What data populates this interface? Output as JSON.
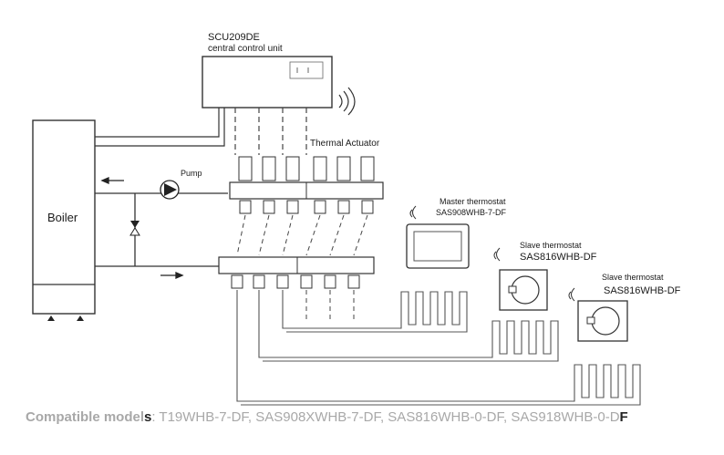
{
  "control_unit": {
    "model": "SCU209DE",
    "description": "central control unit"
  },
  "boiler": {
    "label": "Boiler"
  },
  "pump": {
    "label": "Pump"
  },
  "actuator": {
    "label": "Thermal Actuator"
  },
  "master_thermostat": {
    "title": "Master thermostat",
    "model": "SAS908WHB-7-DF"
  },
  "slave_thermostat_1": {
    "title": "Slave thermostat",
    "model": "SAS816WHB-DF"
  },
  "slave_thermostat_2": {
    "title": "Slave thermostat",
    "model": "SAS816WHB-DF"
  },
  "footer": {
    "prefix": "Compatible model",
    "prefix_tail": "s",
    "models": ": T19WHB-7-DF, SAS908XWHB-7-DF, SAS816WHB-0-DF, SAS918WHB-0-D",
    "tail": "F"
  },
  "colors": {
    "line": "#2a2a2a",
    "pipe": "#4a4a4a",
    "footer_text": "#a8a8a8"
  }
}
